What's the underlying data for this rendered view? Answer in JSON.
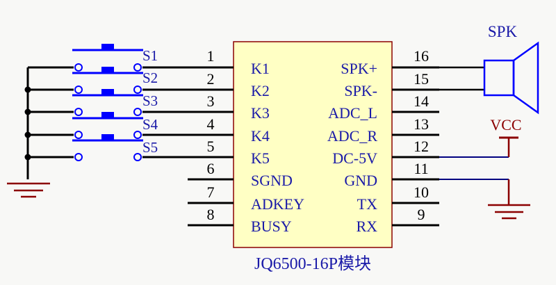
{
  "module": {
    "caption": "JQ6500-16P模块",
    "left_pins": [
      {
        "num": "1",
        "label": "K1"
      },
      {
        "num": "2",
        "label": "K2"
      },
      {
        "num": "3",
        "label": "K3"
      },
      {
        "num": "4",
        "label": "K4"
      },
      {
        "num": "5",
        "label": "K5"
      },
      {
        "num": "6",
        "label": "SGND"
      },
      {
        "num": "7",
        "label": "ADKEY"
      },
      {
        "num": "8",
        "label": "BUSY"
      }
    ],
    "right_pins": [
      {
        "num": "16",
        "label": "SPK+"
      },
      {
        "num": "15",
        "label": "SPK-"
      },
      {
        "num": "14",
        "label": "ADC_L"
      },
      {
        "num": "13",
        "label": "ADC_R"
      },
      {
        "num": "12",
        "label": "DC-5V"
      },
      {
        "num": "11",
        "label": "GND"
      },
      {
        "num": "10",
        "label": "TX"
      },
      {
        "num": "9",
        "label": "RX"
      }
    ]
  },
  "switches": [
    "S1",
    "S2",
    "S3",
    "S4",
    "S5"
  ],
  "speaker_label": "SPK",
  "vcc_label": "VCC",
  "colors": {
    "background": "#f8f8f6",
    "wire": "#000000",
    "component": "#0000ff",
    "box_fill": "#ffffc4",
    "box_stroke": "#8b0000",
    "text_blue": "#1a1aa8",
    "power": "#8b0000",
    "net_wire": "#000080"
  }
}
